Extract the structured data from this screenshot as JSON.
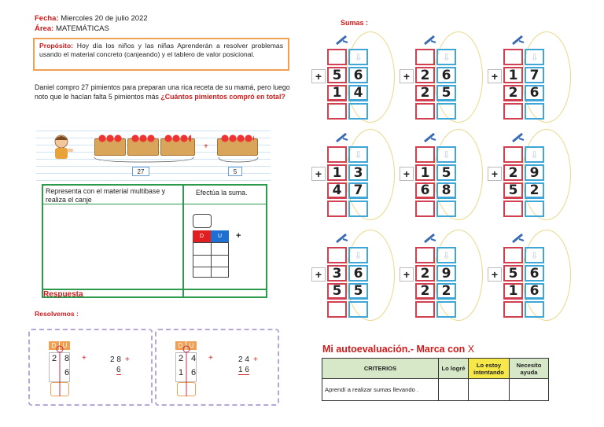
{
  "header": {
    "fecha_label": "Fecha:",
    "fecha_value": "Miercoles 20 de julio 2022",
    "area_label": "Área:",
    "area_value": "MATEMÁTICAS"
  },
  "proposito": {
    "label": "Propósito:",
    "text": "Hoy día los niños y las niñas Aprenderán a resolver problemas usando el material concreto (canjeando) y el tablero de valor posicional."
  },
  "problem": {
    "text": "Daniel compro 27 pimientos para preparan una rica receta de su mamá, pero luego noto que le hacían falta 5 pimientos más",
    "question": "¿Cuántos pimientos compró en total?",
    "num1": "27",
    "num2": "5",
    "plus": "+"
  },
  "work": {
    "col1_header": "Representa con el material multibase y realiza el canje",
    "col2_header": "Efectúa la suma.",
    "d": "D",
    "u": "U",
    "plus": "+",
    "respuesta": "Respuesta"
  },
  "resolvemos": {
    "title": "Resolvemos :",
    "examples": [
      {
        "d": "D",
        "u": "U",
        "a_d": "2",
        "a_u": "8",
        "b_u": "6",
        "plus": "+",
        "s1": "2 8",
        "s2": "6"
      },
      {
        "d": "D",
        "u": "U",
        "a_d": "2",
        "a_u": "4",
        "b_d": "1",
        "b_u": "6",
        "plus": "+",
        "s1": "2 4",
        "s2": "1 6"
      }
    ]
  },
  "sumas": {
    "title": "Sumas :",
    "problems": [
      {
        "a": [
          "5",
          "6"
        ],
        "b": [
          "1",
          "4"
        ]
      },
      {
        "a": [
          "2",
          "6"
        ],
        "b": [
          "2",
          "5"
        ]
      },
      {
        "a": [
          "1",
          "7"
        ],
        "b": [
          "2",
          "6"
        ]
      },
      {
        "a": [
          "1",
          "3"
        ],
        "b": [
          "4",
          "7"
        ]
      },
      {
        "a": [
          "1",
          "5"
        ],
        "b": [
          "6",
          "8"
        ]
      },
      {
        "a": [
          "2",
          "9"
        ],
        "b": [
          "5",
          "2"
        ]
      },
      {
        "a": [
          "3",
          "6"
        ],
        "b": [
          "5",
          "5"
        ]
      },
      {
        "a": [
          "2",
          "9"
        ],
        "b": [
          "2",
          "2"
        ]
      },
      {
        "a": [
          "5",
          "6"
        ],
        "b": [
          "1",
          "6"
        ]
      }
    ],
    "plus": "+"
  },
  "autoeval": {
    "title": "Mi autoevaluación.- Marca con",
    "mark": "X",
    "headers": [
      "CRITERIOS",
      "Lo logré",
      "Lo estoy intentando",
      "Necesito ayuda"
    ],
    "criterion": "Aprendí a realizar sumas llevando ."
  }
}
